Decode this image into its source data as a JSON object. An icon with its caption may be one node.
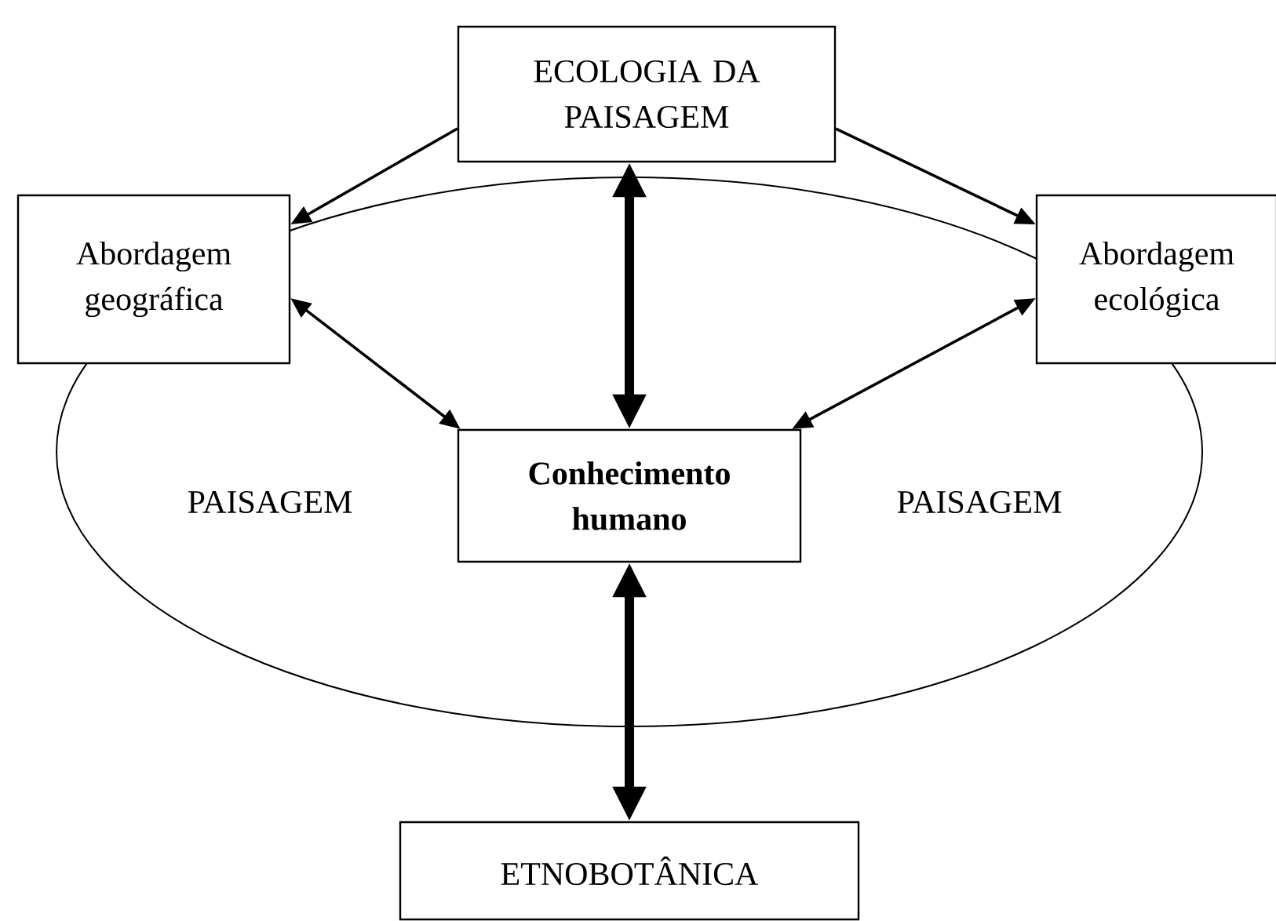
{
  "diagram": {
    "nodes": [
      {
        "text": [
          "ECOLOGIA DA PAISAGEM"
        ]
      },
      {
        "text": [
          "Abordagem geográfica"
        ]
      },
      {
        "text": [
          "Abordagem ecológica"
        ]
      },
      {
        "text": [
          "PAISAGEM",
          "PAISAGEM"
        ]
      },
      {
        "text": [
          "Conhecimento humano"
        ],
        "in": 3
      },
      {
        "text": [
          "ETNOBOTÂNICA"
        ]
      }
    ],
    "edges": [
      {
        "from": 0,
        "to": 1,
        "arrow": "to"
      },
      {
        "from": 0,
        "to": 2,
        "arrow": "to"
      },
      {
        "from": 0,
        "to": 4,
        "arrow": "both",
        "style": "thick"
      },
      {
        "from": 1,
        "to": 4,
        "arrow": "both"
      },
      {
        "from": 2,
        "to": 4,
        "arrow": "both"
      },
      {
        "from": 4,
        "to": 5,
        "arrow": "both",
        "style": "thick"
      }
    ]
  }
}
